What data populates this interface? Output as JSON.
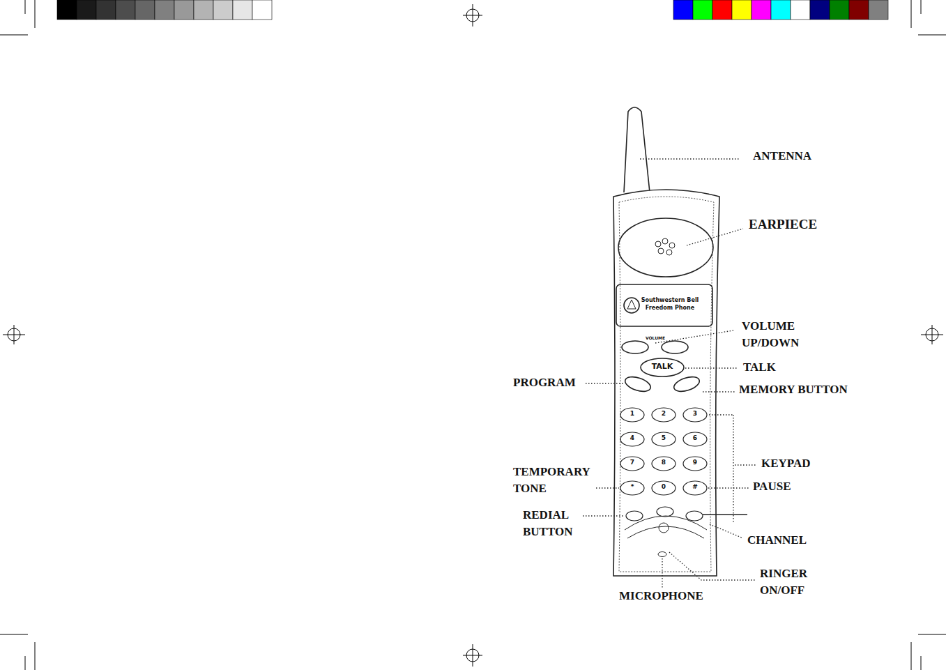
{
  "diagram": {
    "labels": [
      "ANTENNA",
      "EARPIECE",
      "VOLUME UP/DOWN",
      "TALK",
      "PROGRAM",
      "MEMORY BUTTON",
      "KEYPAD",
      "TEMPORARY TONE",
      "PAUSE",
      "REDIAL BUTTON",
      "CHANNEL",
      "RINGER ON/OFF",
      "MICROPHONE",
      "Southwestern Bell",
      "Freedom Phone",
      "VOLUME",
      "TALK",
      "1",
      "2",
      "3",
      "4",
      "5",
      "6",
      "7",
      "8",
      "9",
      "*",
      "0",
      "#"
    ]
  }
}
